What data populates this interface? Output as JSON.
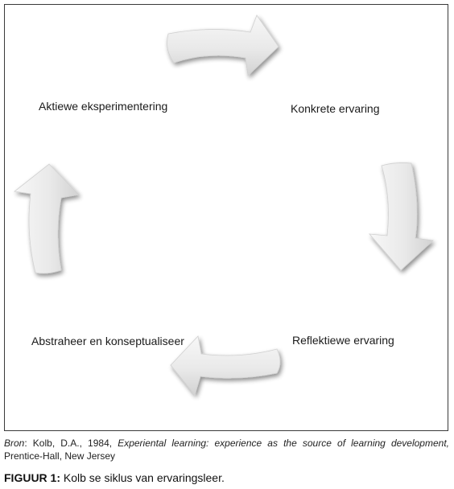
{
  "diagram": {
    "stages": {
      "top_right": "Konkrete ervaring",
      "bottom_right": "Reflektiewe ervaring",
      "bottom_left": "Abstraheer en konseptualiseer",
      "top_left": "Aktiewe eksperimentering"
    },
    "arrow_color": "#e8e8e8",
    "arrow_shadow_color": "#9a9a9a"
  },
  "source": {
    "prefix": "Bron",
    "colon_author": ": Kolb, D.A., 1984, ",
    "title": "Experiental learning: experience as the source of learning development,",
    "publisher": " Prentice-Hall, New Jersey"
  },
  "caption": {
    "label": "FIGUUR 1:",
    "text": " Kolb se siklus van ervaringsleer."
  }
}
